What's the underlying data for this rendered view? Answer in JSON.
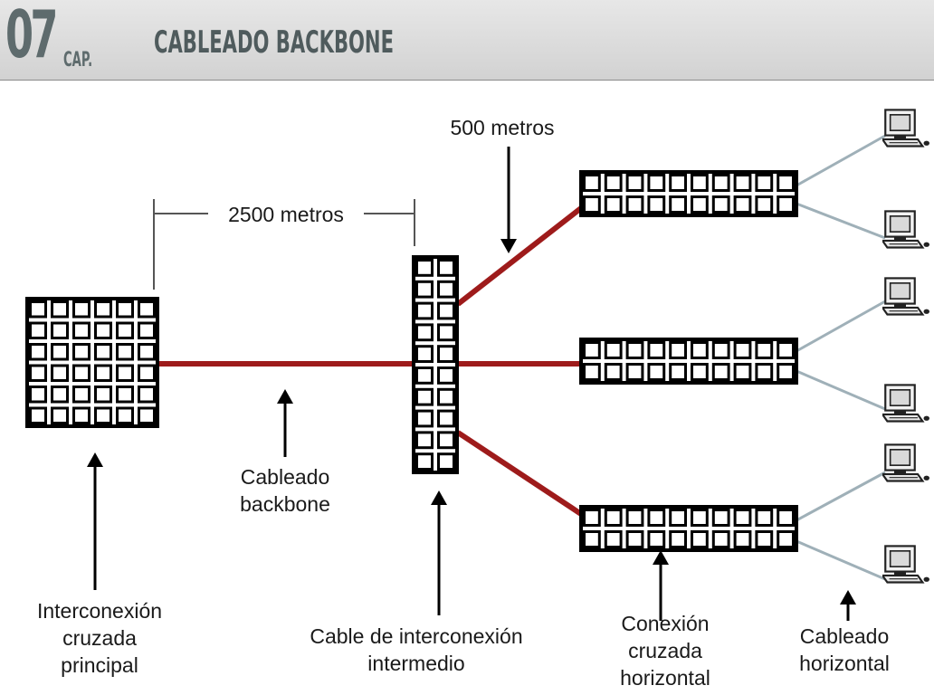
{
  "header": {
    "chapter_number": "07",
    "chapter_abbrev": "CAP.",
    "title": "CABLEADO BACKBONE"
  },
  "labels": {
    "distance_backbone": "2500 metros",
    "distance_intermediate": "500 metros",
    "backbone_cable": "Cableado\nbackbone",
    "main_crossconnect": "Interconexión\ncruzada\nprincipal",
    "intermediate_crossconnect": "Cable de interconexión\nintermedio",
    "horizontal_crossconnect": "Conexión\ncruzada\nhorizontal",
    "horizontal_cabling": "Cableado\nhorizontal"
  },
  "colors": {
    "backbone_cable": "#9e1b1b",
    "horizontal_cable": "#9fb0b8",
    "header_text": "#5e6b6d",
    "grid_stroke": "#000000"
  },
  "icons": [
    "main-crossconnect-panel-icon",
    "intermediate-crossconnect-panel-icon",
    "horizontal-crossconnect-panel-icon",
    "computer-icon"
  ]
}
